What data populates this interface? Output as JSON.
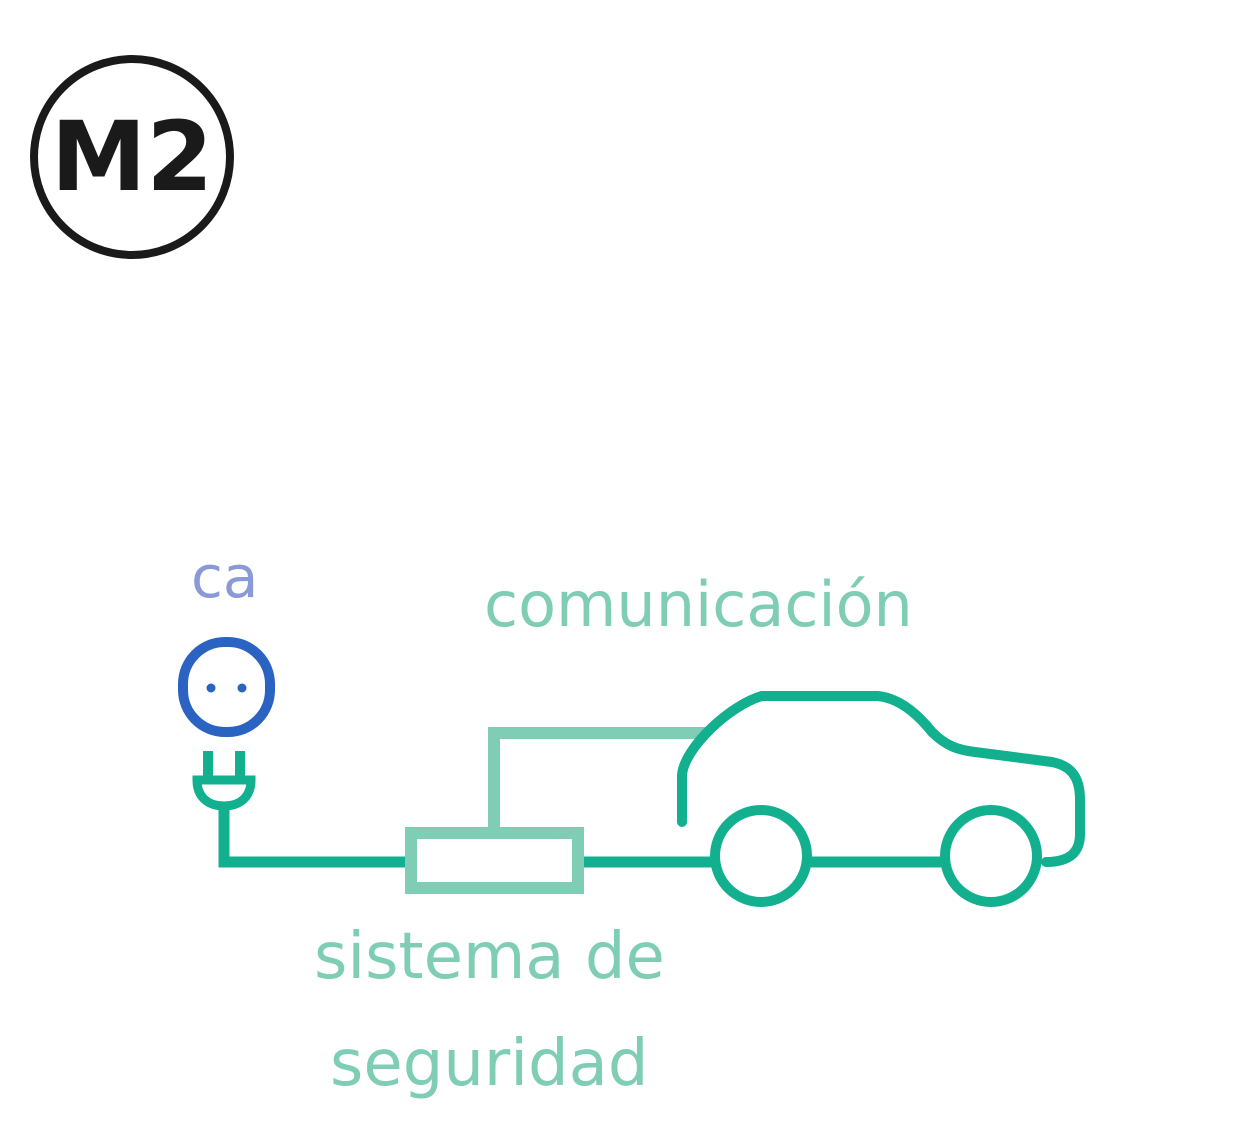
{
  "badge": {
    "text": "M2"
  },
  "labels": {
    "ac": "ca",
    "communication": "comunicación",
    "safety_line1": "sistema de",
    "safety_line2": "seguridad"
  },
  "colors": {
    "badge": "#1a1a1a",
    "ac_label": "#8a9ad6",
    "socket": "#2a63c2",
    "cable": "#12b08f",
    "communication": "#7ecdb4",
    "text_green": "#7ecdb4"
  },
  "icons": [
    "socket-icon",
    "plug-icon",
    "car-icon"
  ]
}
